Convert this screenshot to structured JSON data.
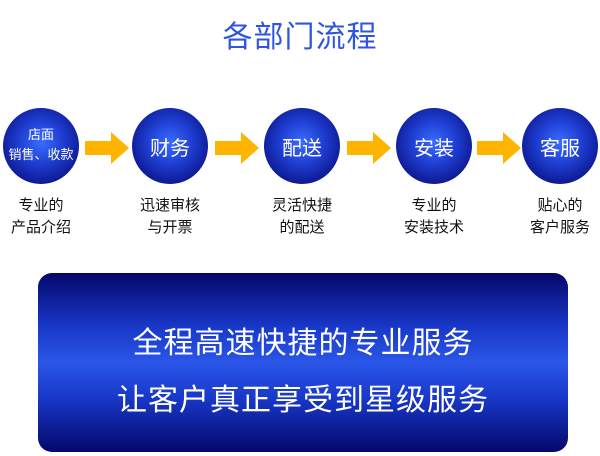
{
  "title": "各部门流程",
  "steps": [
    {
      "label_line1": "店面",
      "label_line2": "销售、收款",
      "desc_line1": "专业的",
      "desc_line2": "产品介绍"
    },
    {
      "label_line1": "财务",
      "desc_line1": "迅速审核",
      "desc_line2": "与开票"
    },
    {
      "label_line1": "配送",
      "desc_line1": "灵活快捷",
      "desc_line2": "的配送"
    },
    {
      "label_line1": "安装",
      "desc_line1": "专业的",
      "desc_line2": "安装技术"
    },
    {
      "label_line1": "客服",
      "desc_line1": "贴心的",
      "desc_line2": "客户服务"
    }
  ],
  "banner": {
    "line1": "全程高速快捷的专业服务",
    "line2": "让客户真正享受到星级服务"
  },
  "colors": {
    "title": "#2f55e0",
    "arrow": "#ffb400",
    "circle": "#1e3dd0"
  }
}
